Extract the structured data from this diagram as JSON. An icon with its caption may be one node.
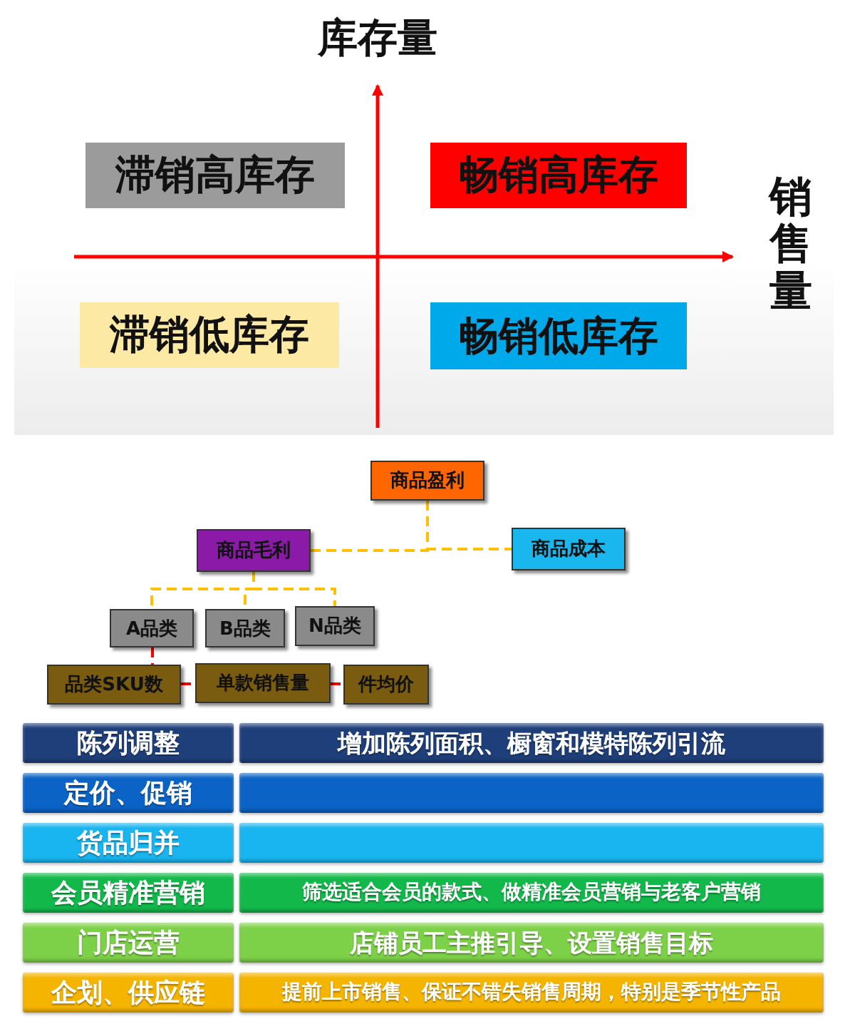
{
  "diagram": {
    "nodes": [
      {
        "text": [
          "滞销高库存"
        ]
      },
      {
        "text": [
          "畅销高库存"
        ]
      },
      {
        "text": [
          "滞销低库存"
        ]
      },
      {
        "text": [
          "畅销低库存"
        ]
      },
      {
        "text": [
          "商品盈利"
        ]
      },
      {
        "text": [
          "商品毛利"
        ]
      },
      {
        "text": [
          "商品成本"
        ]
      },
      {
        "text": [
          "A品类"
        ]
      },
      {
        "text": [
          "B品类"
        ]
      },
      {
        "text": [
          "N品类"
        ]
      },
      {
        "text": [
          "品类SKU数"
        ]
      },
      {
        "text": [
          "单款销售量"
        ]
      },
      {
        "text": [
          "件均价"
        ]
      },
      {
        "text": [
          "陈列调整"
        ]
      },
      {
        "text": [
          "增加陈列面积、橱窗和模特陈列引流"
        ]
      },
      {
        "text": [
          "定价、促销"
        ]
      },
      {
        "text": [],
        "shape": "bar"
      },
      {
        "text": [
          "货品归并"
        ]
      },
      {
        "text": [],
        "shape": "bar"
      },
      {
        "text": [
          "会员精准营销"
        ]
      },
      {
        "text": [
          "筛选适合会员的款式、做精准会员营销与老客户营销"
        ]
      },
      {
        "text": [
          "门店运营"
        ]
      },
      {
        "text": [
          "店铺员工主推引导、设置销售目标"
        ]
      },
      {
        "text": [
          "企划、供应链"
        ]
      },
      {
        "text": [
          "提前上市销售、保证不错失销售周期，特别是季节性产品"
        ]
      }
    ],
    "edges": [
      {
        "from": 4,
        "to": 5,
        "arrow": "none",
        "style": "dashed"
      },
      {
        "from": 4,
        "to": 6,
        "arrow": "none",
        "style": "dashed"
      },
      {
        "from": 5,
        "to": 7,
        "arrow": "none",
        "style": "dashed"
      },
      {
        "from": 5,
        "to": 8,
        "arrow": "none",
        "style": "dashed"
      },
      {
        "from": 5,
        "to": 9,
        "arrow": "none",
        "style": "dashed"
      },
      {
        "from": 7,
        "to": 10,
        "arrow": "none",
        "style": "dashed",
        "color": "#ff0000"
      },
      {
        "from": 10,
        "to": 11,
        "arrow": "none",
        "style": "dashed",
        "color": "#ff0000"
      },
      {
        "from": 11,
        "to": 12,
        "arrow": "none",
        "style": "dashed",
        "color": "#ff0000"
      }
    ],
    "labels": [
      "库存量",
      "销售量"
    ]
  }
}
